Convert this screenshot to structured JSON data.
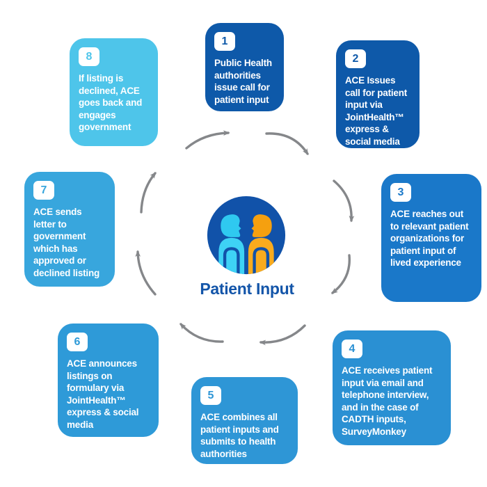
{
  "title": "Patient Input cycle diagram",
  "center": {
    "label": "Patient Input",
    "icon": "two-facing-people-icon"
  },
  "steps": [
    {
      "number": "1",
      "text": "Public Health authorities issue call for patient input",
      "color": "#0e59a9"
    },
    {
      "number": "2",
      "text": "ACE Issues call for patient input via JointHealth™ express & social media",
      "color": "#0e59a9"
    },
    {
      "number": "3",
      "text": "ACE reaches out to relevant patient organizations for patient input of lived experience",
      "color": "#1a78c9"
    },
    {
      "number": "4",
      "text": "ACE receives patient input via email and telephone interview, and in the case of CADTH inputs, SurveyMonkey",
      "color": "#2a90d3"
    },
    {
      "number": "5",
      "text": "ACE combines all patient inputs and submits to health authorities",
      "color": "#2e96d6"
    },
    {
      "number": "6",
      "text": "ACE announces listings on formulary via JointHealth™ express & social media",
      "color": "#2e9ad8"
    },
    {
      "number": "7",
      "text": "ACE sends letter to government which has approved or declined listing",
      "color": "#38a6dd"
    },
    {
      "number": "8",
      "text": "If listing is declined, ACE goes back and engages government",
      "color": "#4ec5ea"
    }
  ],
  "colors": {
    "center_circle_blue": "#1152a9",
    "label_blue": "#1355a9",
    "person_cyan": "#32cbf1",
    "person_orange": "#f7a413",
    "arrow_gray": "#85878a",
    "badge_background": "#ffffff",
    "background": "#ffffff"
  },
  "flow": {
    "direction": "clockwise",
    "arrow_count": 8
  }
}
